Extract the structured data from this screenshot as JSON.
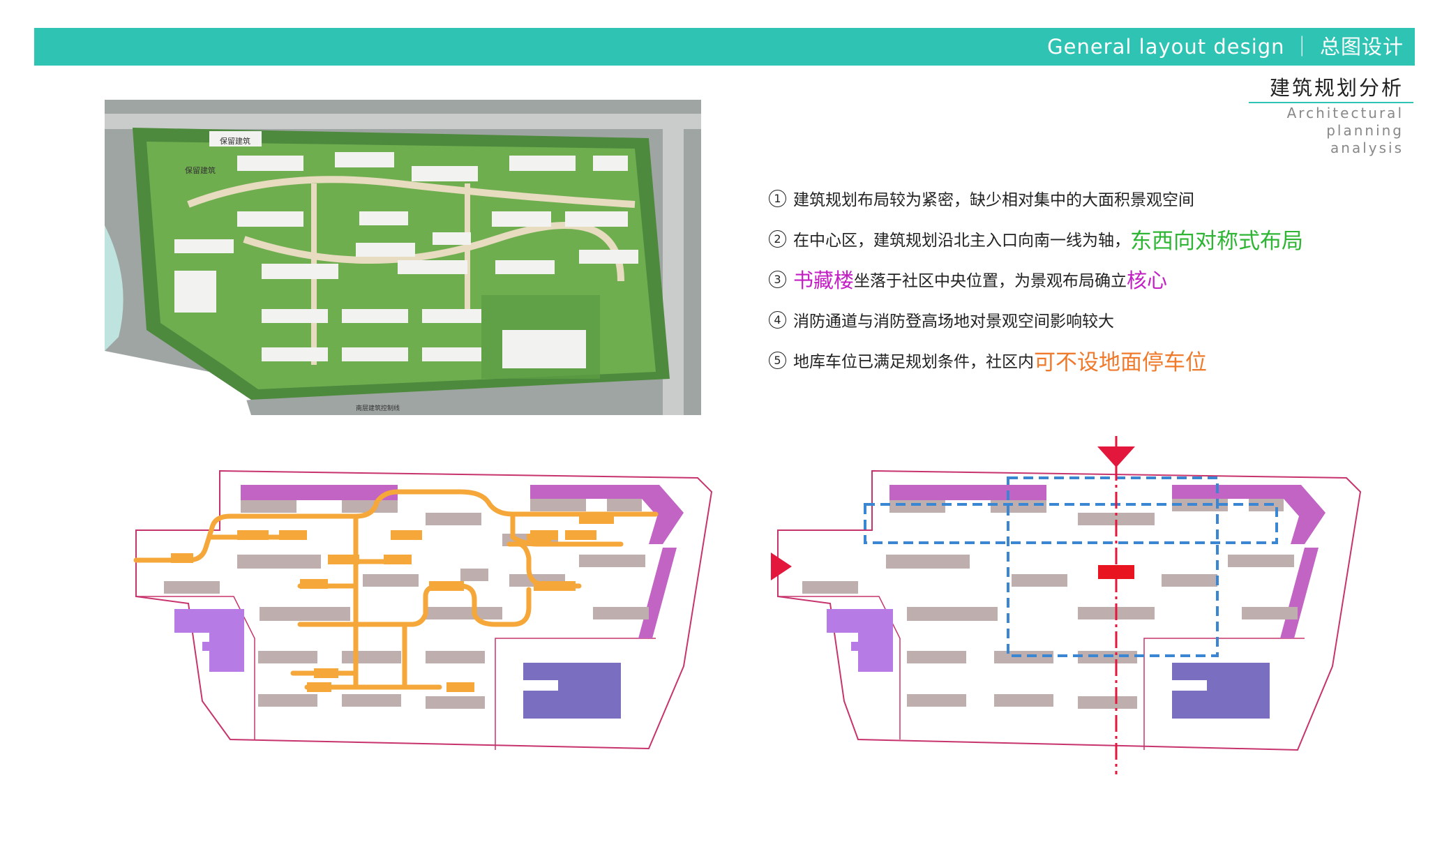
{
  "header": {
    "title": "General layout design ｜ 总图设计"
  },
  "section": {
    "title_zh": "建筑规划分析",
    "title_en_line1": "Architectural",
    "title_en_line2": "planning analysis"
  },
  "site_plan": {
    "labels": [
      "保留建筑",
      "保留建筑",
      "南层建筑控制线"
    ]
  },
  "points": [
    {
      "num": "1",
      "text": "建筑规划布局较为紧密，缺少相对集中的大面积景观空间"
    },
    {
      "num": "2",
      "text": "在中心区，建筑规划沿北主入口向南一线为轴，",
      "highlight": "东西向对称式布局"
    },
    {
      "num": "3",
      "highlight_pre": "书藏楼",
      "text": "坐落于社区中央位置，为景观布局确立",
      "highlight": "核心"
    },
    {
      "num": "4",
      "text": "消防通道与消防登高场地对景观空间影响较大"
    },
    {
      "num": "5",
      "text": "地库车位已满足规划条件，社区内",
      "highlight": "可不设地面停车位"
    }
  ],
  "colors": {
    "accent": "#2fc3b4",
    "green_highlight": "#2db533",
    "magenta_highlight": "#c21ec4",
    "orange_highlight": "#ef7a2b",
    "building_gray": "#bfaeae",
    "tall_building": "#c264c4",
    "purple_block": "#7a6ec0",
    "lilac_block": "#b77be6",
    "road": "#f6a73a",
    "axis": "#e2173b",
    "boundary": "#c7336c",
    "frame_dashed": "#3b86d3"
  },
  "icons": [
    "entrance-arrow-icon",
    "axis-line",
    "core-marker"
  ]
}
